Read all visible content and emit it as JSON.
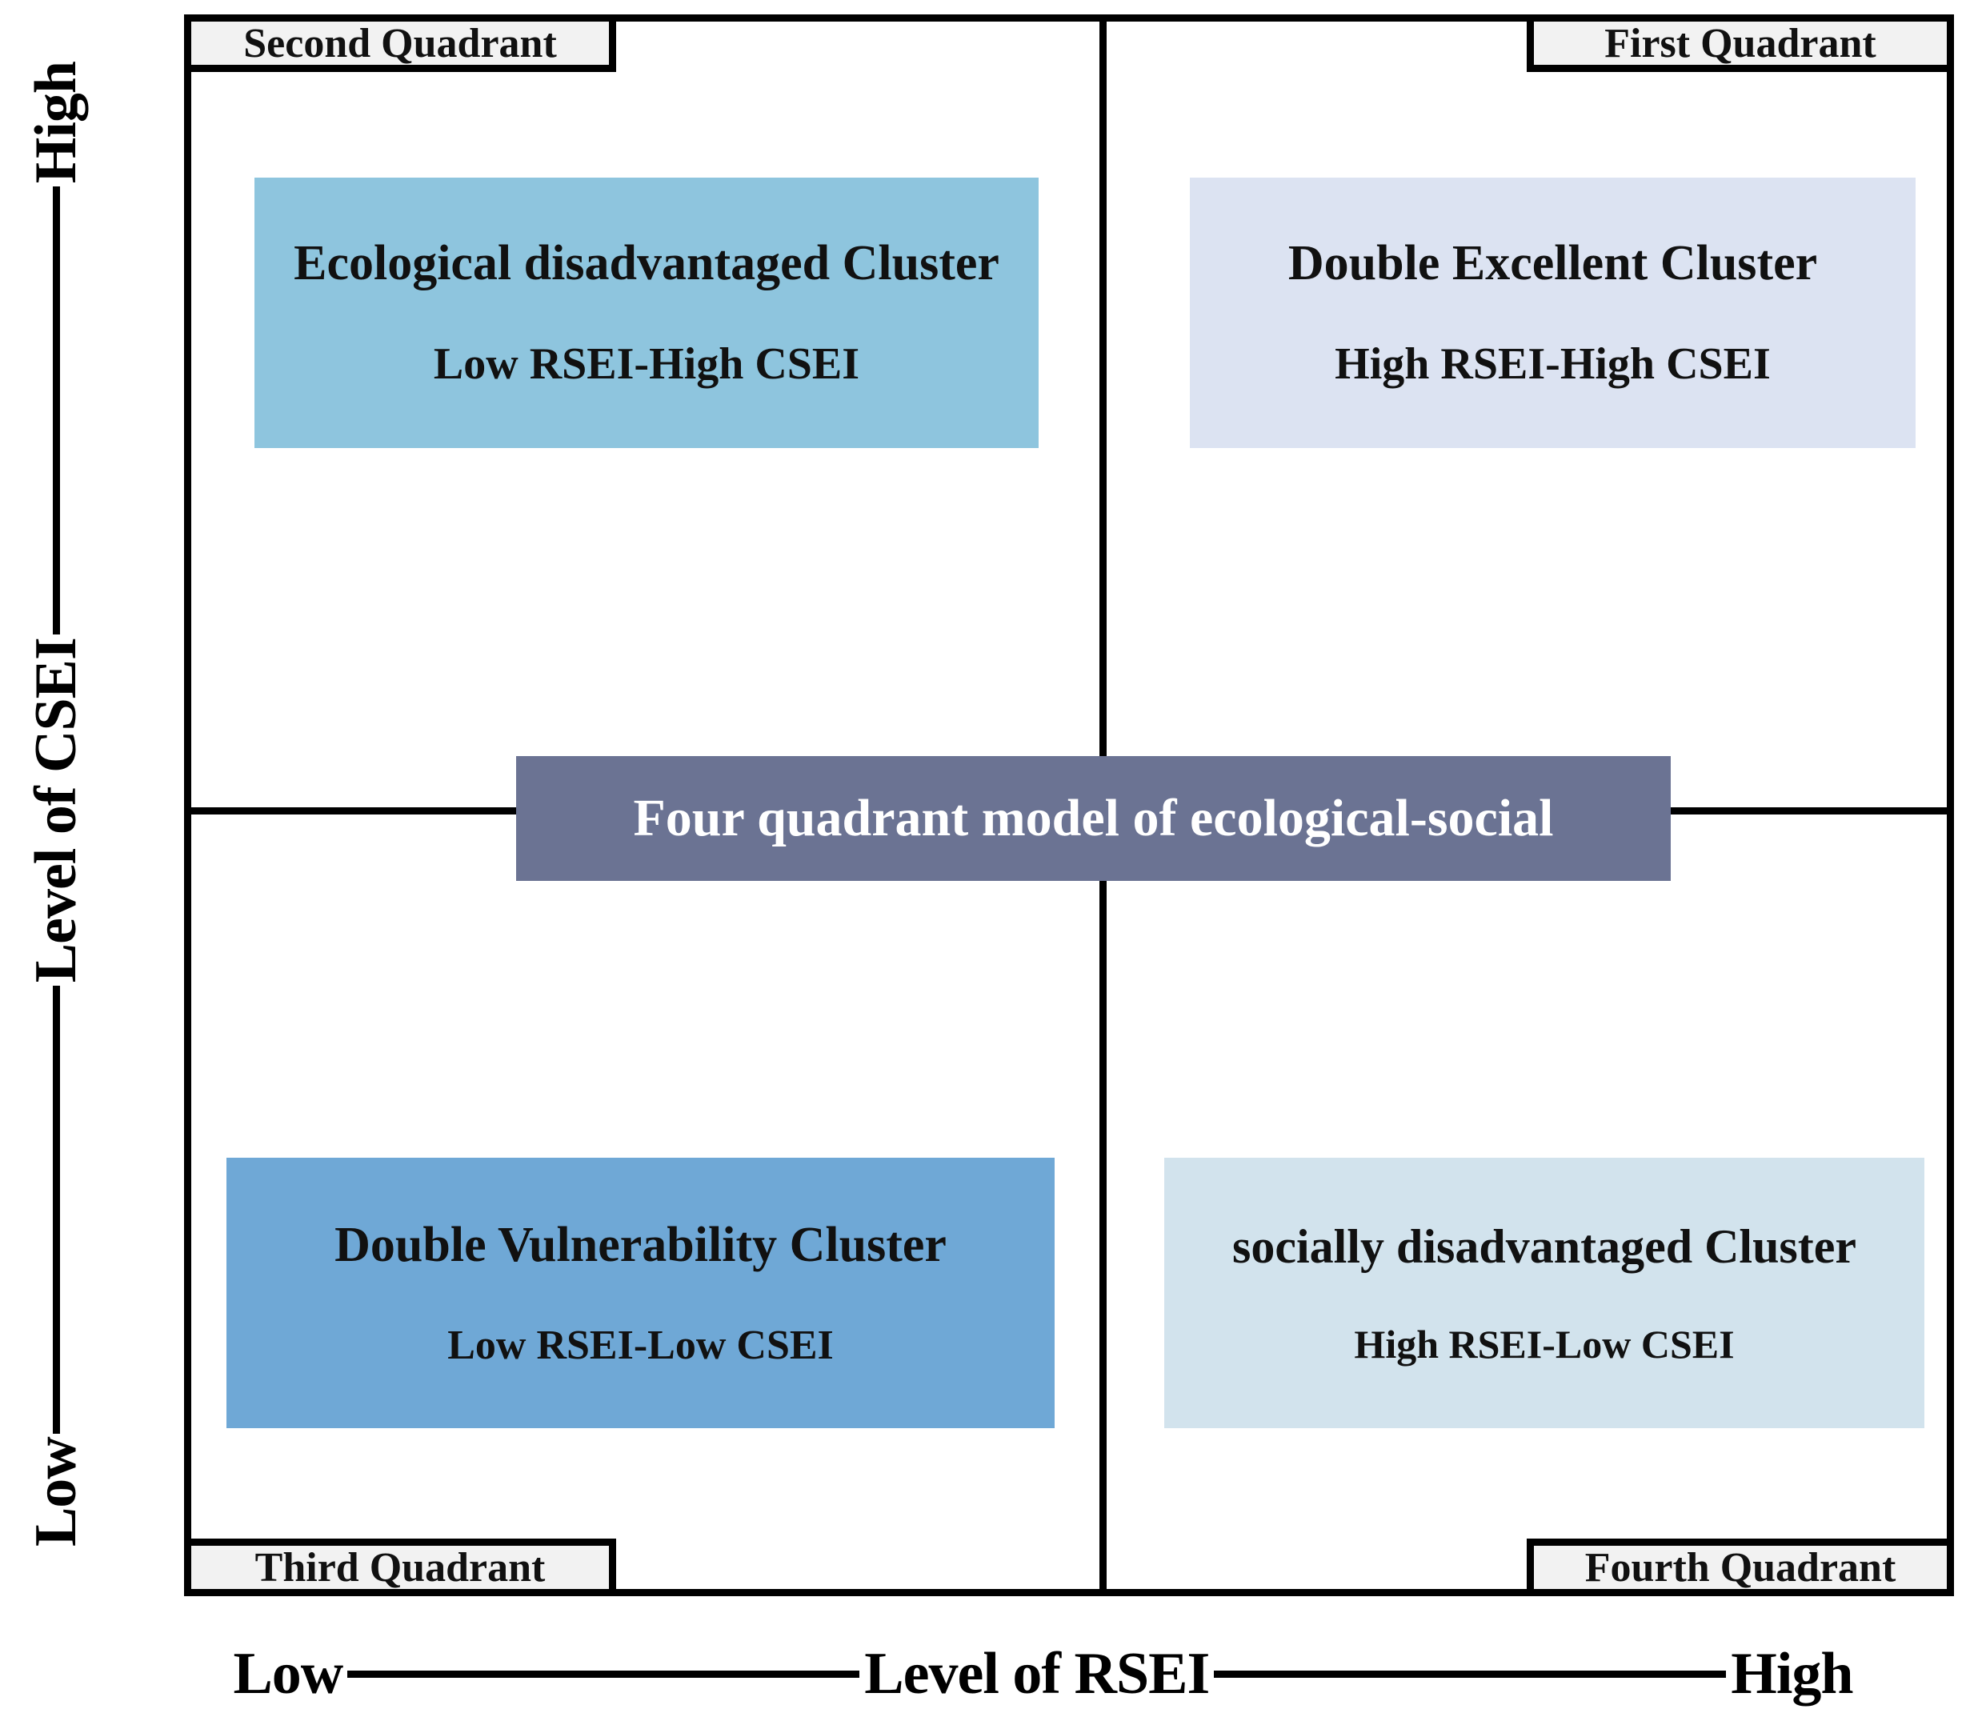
{
  "diagram": {
    "title": "Four quadrant model of ecological-social",
    "center_banner": {
      "label": "Four quadrant model of ecological-social",
      "background": "#6b7393",
      "text_color": "#ffffff"
    },
    "axes": {
      "y": {
        "low_label": "Low",
        "name": "Level of CSEI",
        "high_label": "High"
      },
      "x": {
        "low_label": "Low",
        "name": "Level of RSEI",
        "high_label": "High"
      }
    },
    "quadrant_labels": {
      "second": "Second Quadrant",
      "first": "First Quadrant",
      "third": "Third Quadrant",
      "fourth": "Fourth Quadrant",
      "background": "#f2f2f2"
    },
    "clusters": [
      {
        "quadrant": "second",
        "title": "Ecological disadvantaged Cluster",
        "subtitle": "Low RSEI-High CSEI",
        "color": "#8ec5de"
      },
      {
        "quadrant": "first",
        "title": "Double Excellent Cluster",
        "subtitle": "High RSEI-High CSEI",
        "color": "#dce3f2"
      },
      {
        "quadrant": "third",
        "title": "Double Vulnerability Cluster",
        "subtitle": "Low RSEI-Low CSEI",
        "color": "#6fa8d6"
      },
      {
        "quadrant": "fourth",
        "title": "socially disadvantaged Cluster",
        "subtitle": "High RSEI-Low CSEI",
        "color": "#d2e3ed"
      }
    ]
  }
}
